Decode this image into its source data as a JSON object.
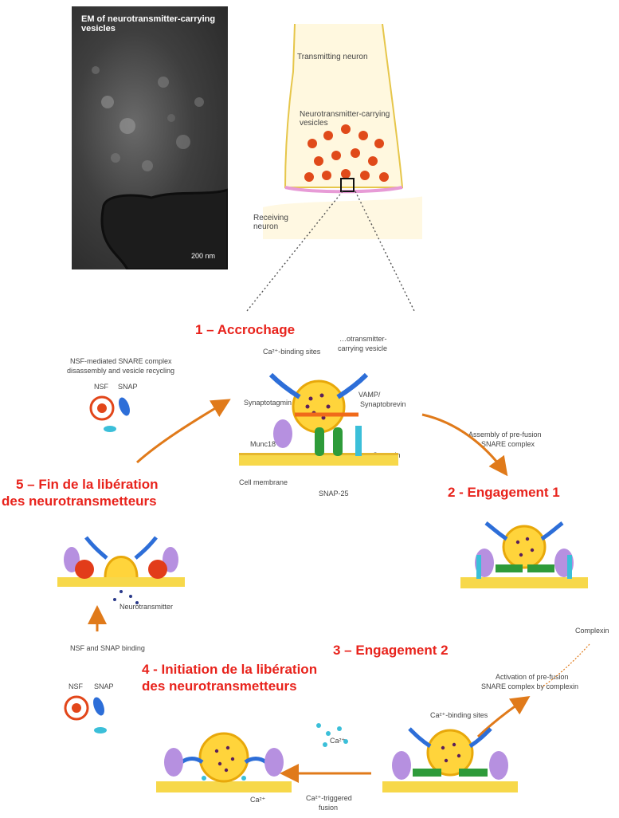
{
  "em_panel": {
    "title": "EM of neurotransmitter-carrying vesicles",
    "scale": "200 nm"
  },
  "neuron_diagram": {
    "transmitting": "Transmitting neuron",
    "vesicles": "Neurotransmitter-carrying vesicles",
    "receiving": "Receiving neuron"
  },
  "stages": {
    "s1": "1 – Accrochage",
    "s2": "2 - Engagement 1",
    "s3": "3 – Engagement 2",
    "s4_line1": "4 - Initiation de la libération",
    "s4_line2": "des neurotransmetteurs",
    "s5_line1": "5 – Fin de la libération",
    "s5_line2": "des neurotransmetteurs"
  },
  "labels": {
    "nsf_recycling_1": "NSF-mediated SNARE complex",
    "nsf_recycling_2": "disassembly and vesicle recycling",
    "nsf": "NSF",
    "snap": "SNAP",
    "ca_binding_sites": "Ca²⁺-binding sites",
    "vesicle_1": "…otransmitter-",
    "vesicle_2": "carrying vesicle",
    "synaptotagmin": "Synaptotagmin",
    "vamp": "VAMP/",
    "synaptobrevin": "Synaptobrevin",
    "munc18": "Munc18",
    "syntaxin": "Syntaxin",
    "cell_membrane": "Cell membrane",
    "snap25": "SNAP-25",
    "assembly_1": "Assembly of pre-fusion",
    "assembly_2": "SNARE complex",
    "neurotransmitter": "Neurotransmitter",
    "nsf_snap_binding": "NSF and SNAP binding",
    "complexin": "Complexin",
    "activation_1": "Activation of pre-fusion",
    "activation_2": "SNARE complex by complexin",
    "ca_binding_sites_2": "Ca²⁺-binding sites",
    "ca_free": "Ca²⁺",
    "ca_bottom": "Ca²⁺",
    "ca_triggered_1": "Ca²⁺-triggered",
    "ca_triggered_2": "fusion"
  }
}
